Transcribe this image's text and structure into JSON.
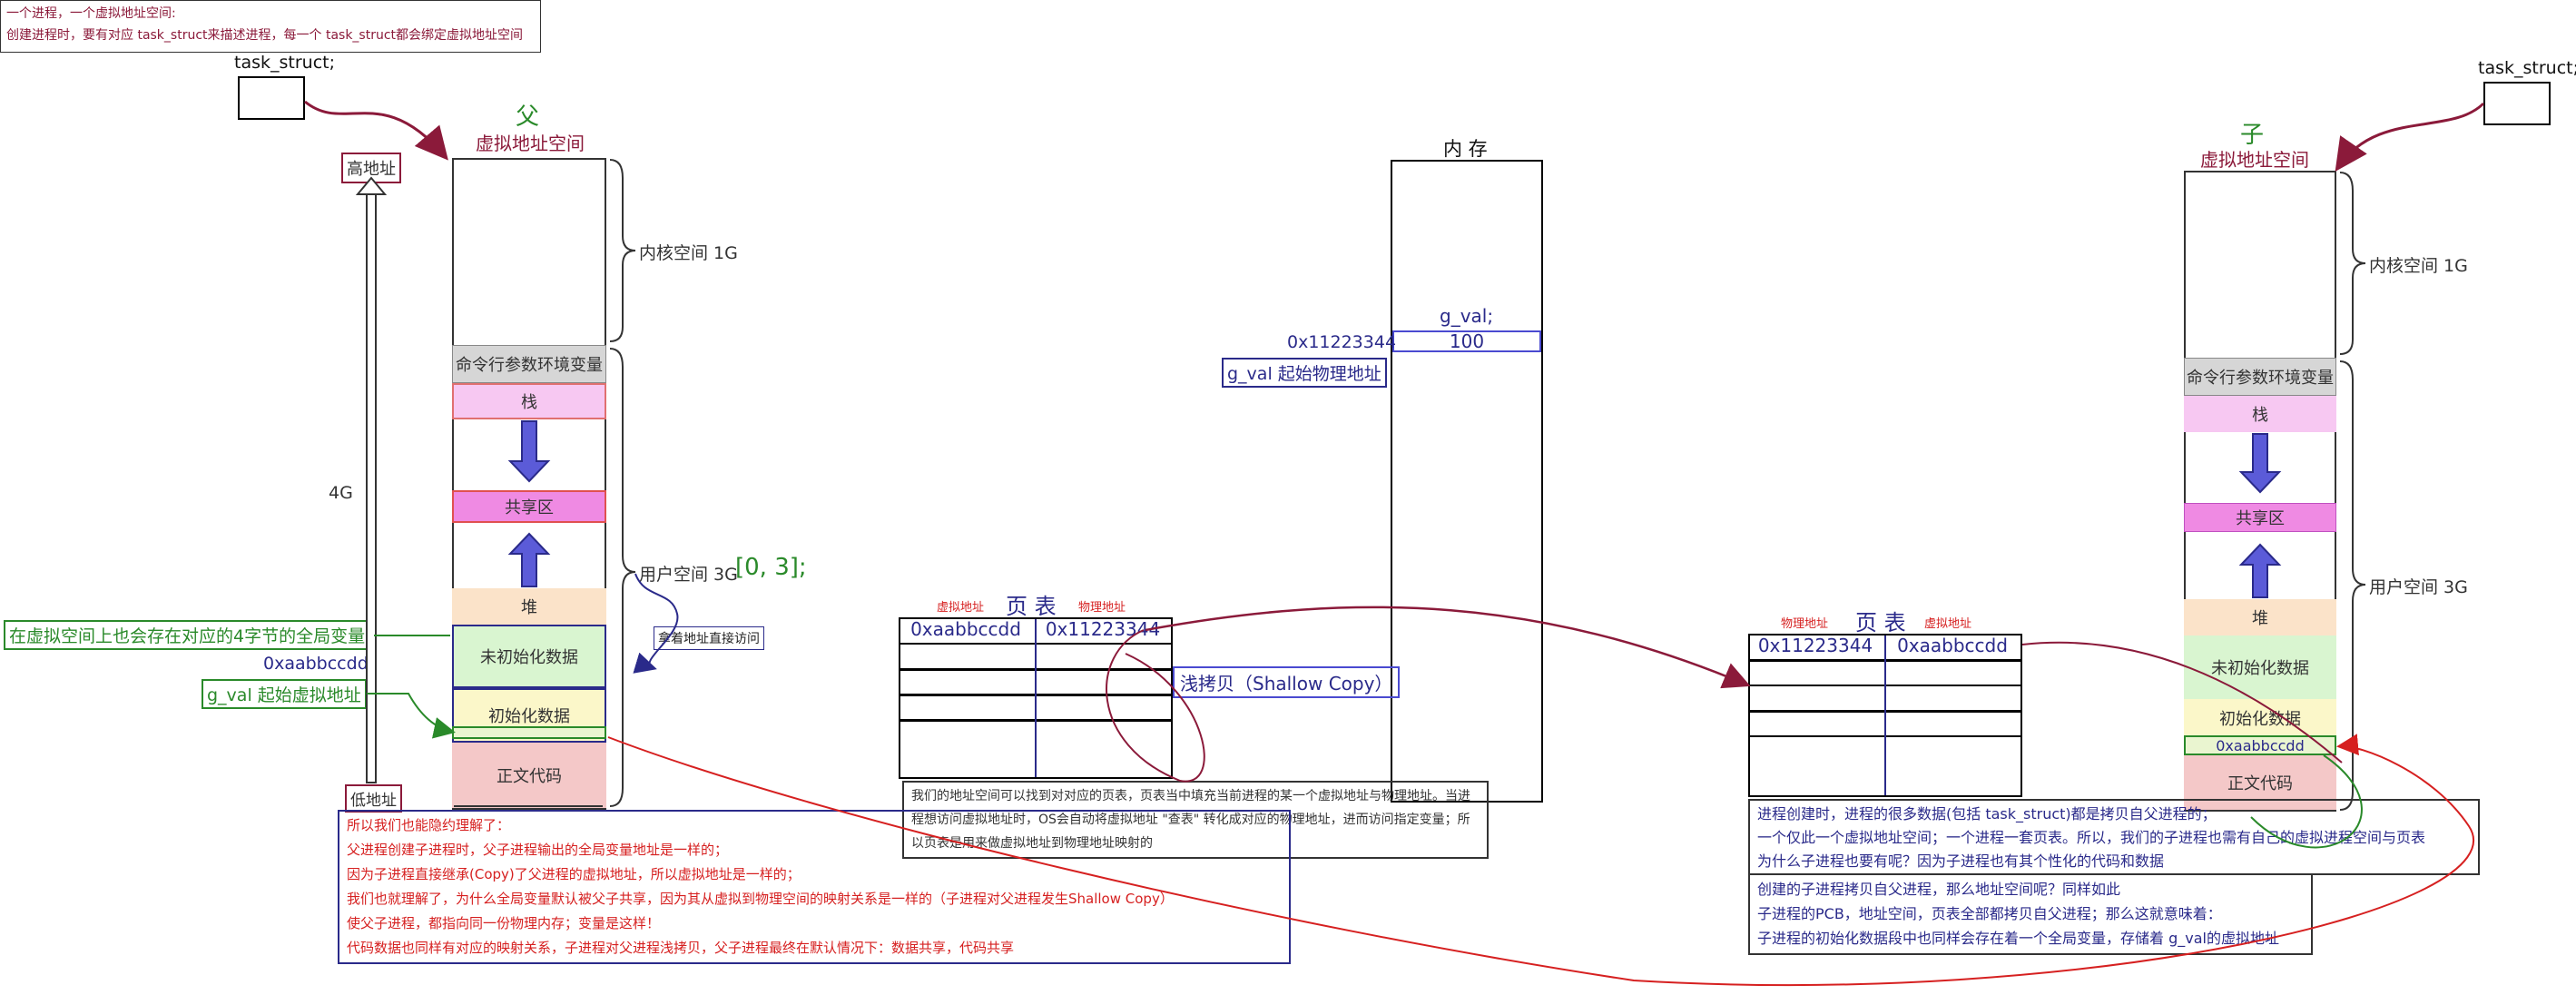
{
  "top_note": {
    "line1": "一个进程，一个虚拟地址空间:",
    "line2": "创建进程时，要有对应 task_struct来描述进程，每一个 task_struct都会绑定虚拟地址空间"
  },
  "parent": {
    "task_struct": "task_struct;",
    "title_top": "父",
    "title_bottom": "虚拟地址空间",
    "high_addr": "高地址",
    "low_addr": "低地址",
    "size_4g": "4G",
    "kernel_label": "内核空间 1G",
    "user_label": "用户空间 3G",
    "range_label": "[0, 3];",
    "direct_access": "拿着地址直接访问",
    "segments": [
      "命令行参数环境变量",
      "栈",
      "共享区",
      "堆",
      "未初始化数据",
      "初始化数据",
      "正文代码"
    ],
    "global_note": "在虚拟空间上也会存在对应的4字节的全局变量",
    "vaddr": "0xaabbccdd",
    "gval_vaddr_label": "g_val 起始虚拟地址"
  },
  "memory": {
    "title": "内 存",
    "gval": "g_val;",
    "value": "100",
    "paddr": "0x11223344",
    "paddr_label": "g_val 起始物理地址"
  },
  "page_table_left": {
    "title": "页 表",
    "col_virtual": "虚拟地址",
    "col_physical": "物理地址",
    "row_virtual": "0xaabbccdd",
    "row_physical": "0x11223344",
    "note": "我们的地址空间可以找到对对应的页表，页表当中填充当前进程的某一个虚拟地址与物理地址。当进程想访问虚拟地址时，OS会自动将虚拟地址 \"查表\" 转化成对应的物理地址，进而访问指定变量；所以页表是用来做虚拟地址到物理地址映射的"
  },
  "shallow_copy": "浅拷贝（Shallow Copy）",
  "page_table_right": {
    "title": "页 表",
    "col_physical": "物理地址",
    "col_virtual": "虚拟地址",
    "row_physical": "0x11223344",
    "row_virtual": "0xaabbccdd"
  },
  "child": {
    "task_struct": "task_struct;",
    "title_top": "子",
    "title_bottom": "虚拟地址空间",
    "kernel_label": "内核空间 1G",
    "user_label": "用户空间 3G",
    "segments": [
      "命令行参数环境变量",
      "栈",
      "共享区",
      "堆",
      "未初始化数据",
      "初始化数据",
      "正文代码"
    ],
    "vaddr": "0xaabbccdd"
  },
  "bottom_left_note": [
    "所以我们也能隐约理解了：",
    "父进程创建子进程时，父子进程输出的全局变量地址是一样的；",
    "因为子进程直接继承(Copy)了父进程的虚拟地址，所以虚拟地址是一样的；",
    "我们也就理解了，为什么全局变量默认被父子共享，因为其从虚拟到物理空间的映射关系是一样的（子进程对父进程发生Shallow Copy）",
    "使父子进程，都指向同一份物理内存；变量是这样！",
    "代码数据也同样有对应的映射关系，子进程对父进程浅拷贝，父子进程最终在默认情况下：数据共享，代码共享"
  ],
  "right_note_1": [
    "进程创建时，进程的很多数据(包括 task_struct)都是拷贝自父进程的；",
    "一个仅此一个虚拟地址空间；一个进程一套页表。所以，我们的子进程也需有自己的虚拟进程空间与页表",
    "为什么子进程也要有呢？因为子进程也有其个性化的代码和数据"
  ],
  "right_note_2": [
    "创建的子进程拷贝自父进程，那么地址空间呢？同样如此",
    "子进程的PCB，地址空间，页表全部都拷贝自父进程；那么这就意味着：",
    "子进程的初始化数据段中也同样会存在着一个全局变量，存储着 g_val的虚拟地址"
  ],
  "colors": {
    "dark_red": "#8b1a3a",
    "red": "#d62020",
    "green": "#2a8a2a",
    "navy": "#2a2a8a",
    "blue_box": "#4a4ad0",
    "stack_pink": "#f7c8f2",
    "shared_pink": "#ef8ae3",
    "heap_peach": "#fbe3c9",
    "uninit_green": "#d9f5d0",
    "init_yellow": "#fbf7c9",
    "text_red": "#f4c8c8",
    "env_gray": "#d6d6d6"
  }
}
